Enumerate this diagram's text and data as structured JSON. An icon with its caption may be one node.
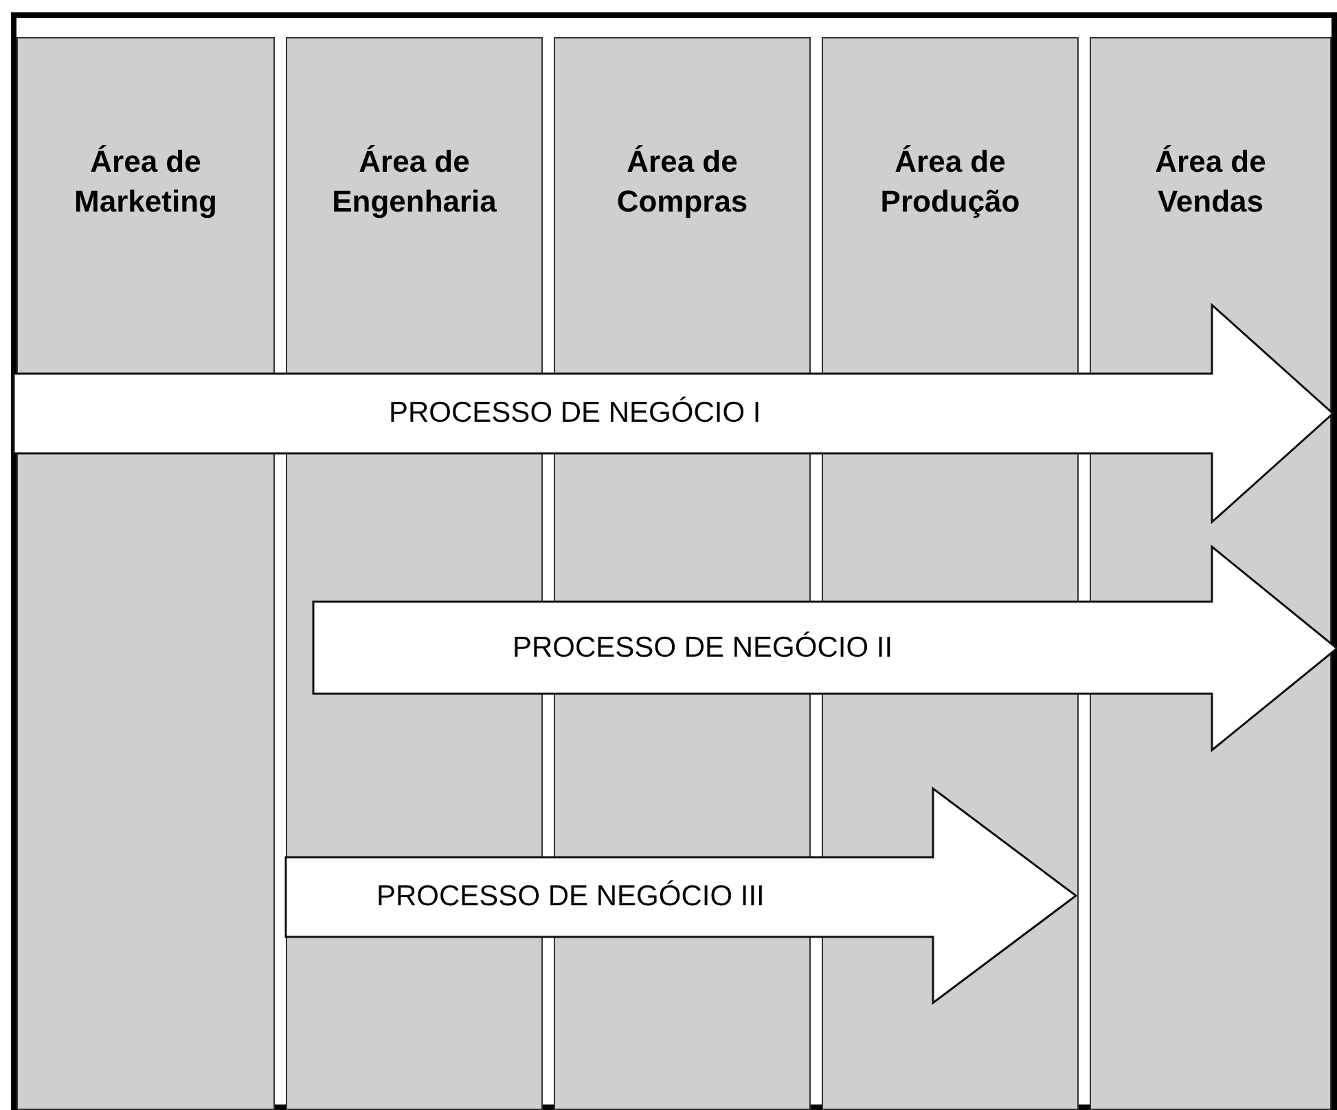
{
  "diagram": {
    "nodes": [
      {
        "text": [
          "Área de Marketing"
        ]
      },
      {
        "text": [
          "Área de Engenharia"
        ]
      },
      {
        "text": [
          "Área de Compras"
        ]
      },
      {
        "text": [
          "Área de Produção"
        ]
      },
      {
        "text": [
          "Área de Vendas"
        ]
      },
      {
        "text": [
          "PROCESSO DE NEGÓCIO I"
        ]
      },
      {
        "text": [
          "PROCESSO DE NEGÓCIO II"
        ]
      },
      {
        "text": [
          "PROCESSO DE NEGÓCIO III"
        ]
      }
    ]
  }
}
